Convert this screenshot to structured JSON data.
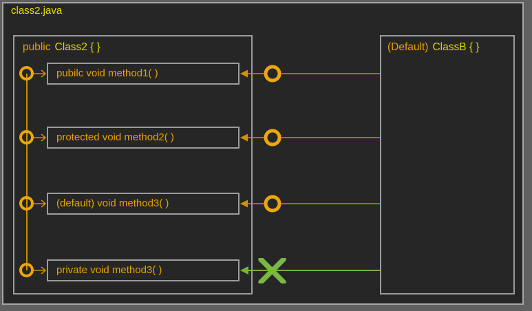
{
  "file": {
    "title": "class2.java"
  },
  "class2": {
    "modifier": "public",
    "name": "Class2 { }"
  },
  "classB": {
    "modifier": "(Default)",
    "name": "ClassB { }"
  },
  "rows": [
    {
      "method": "pubilc void method1( )",
      "access_from_classB": "allowed"
    },
    {
      "method": "protected void method2( )",
      "access_from_classB": "allowed"
    },
    {
      "method": "(default) void method3( )",
      "access_from_classB": "allowed"
    },
    {
      "method": "private void method3( )",
      "access_from_classB": "denied"
    }
  ],
  "colors": {
    "background": "#262626",
    "frame_gray": "#606060",
    "box_border": "#9C9C9C",
    "accent_orange": "#E8A200",
    "circle_orange": "#EDA70A",
    "line_orange": "#C98E00",
    "accent_yellow": "#DCDA00",
    "denied_green": "#79B845"
  }
}
